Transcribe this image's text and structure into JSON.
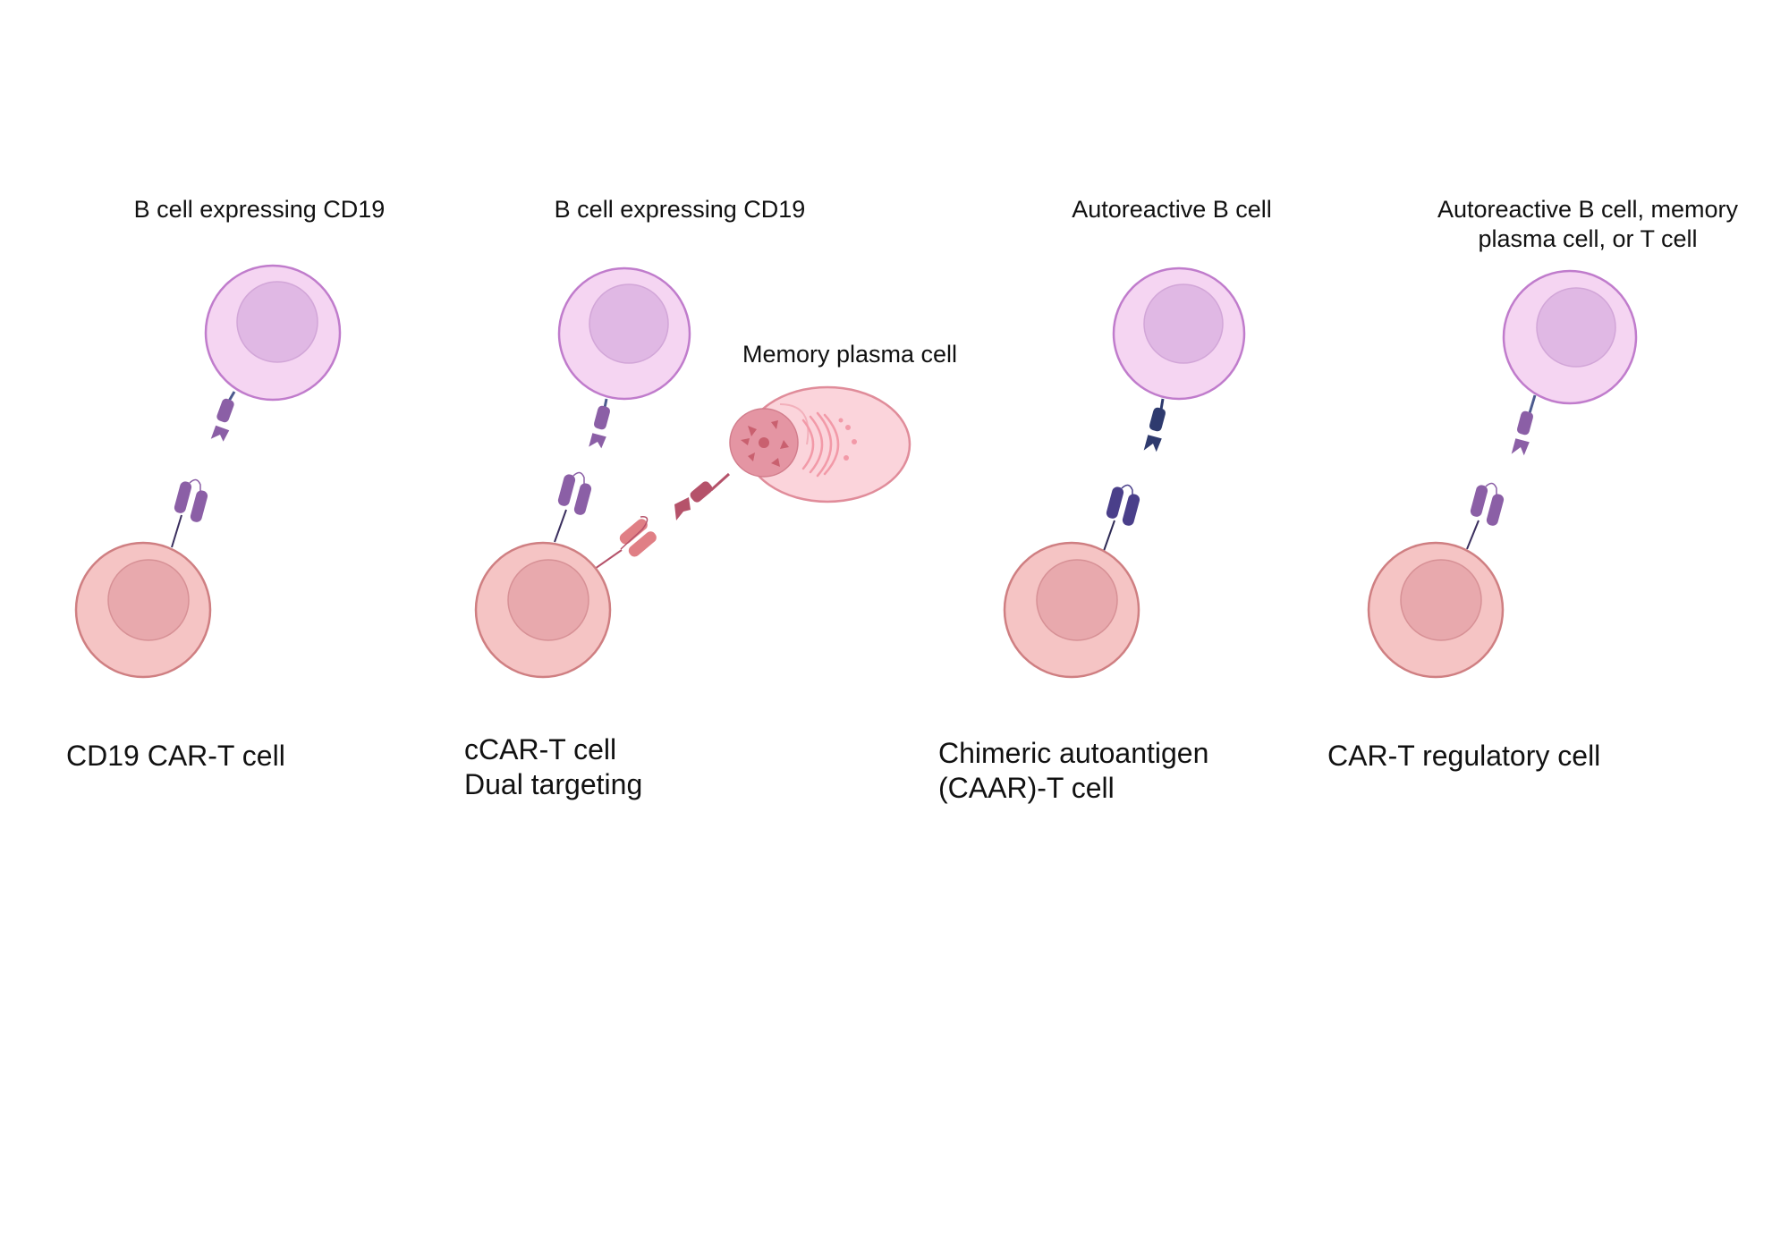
{
  "panels": [
    {
      "target_label": "B cell expressing CD19",
      "effector_label": "CD19 CAR-T cell"
    },
    {
      "target_label": "B cell expressing CD19",
      "second_target_label": "Memory plasma cell",
      "effector_label": "cCAR-T cell\nDual targeting"
    },
    {
      "target_label": "Autoreactive B cell",
      "effector_label": "Chimeric autoantigen\n(CAAR)-T cell"
    },
    {
      "target_label": "Autoreactive B cell, memory\nplasma cell, or T cell",
      "effector_label": "CAR-T regulatory cell"
    }
  ],
  "colors": {
    "b_cell_fill": "#f5d5f2",
    "b_cell_stroke": "#c07ccc",
    "b_cell_nucleus": "#e0b8e4",
    "t_cell_fill": "#f5c4c4",
    "t_cell_stroke": "#cf7f82",
    "t_cell_nucleus": "#e8a9ad",
    "cd19_purple": "#8b5fa6",
    "autoantigen_navy": "#2e3a6e",
    "caar_receptor": "#4a3f8a",
    "bcma_red": "#b5526a",
    "bcma_car": "#e07f85",
    "plasma_fill": "#fbd4db",
    "plasma_stroke": "#e08c9a"
  }
}
